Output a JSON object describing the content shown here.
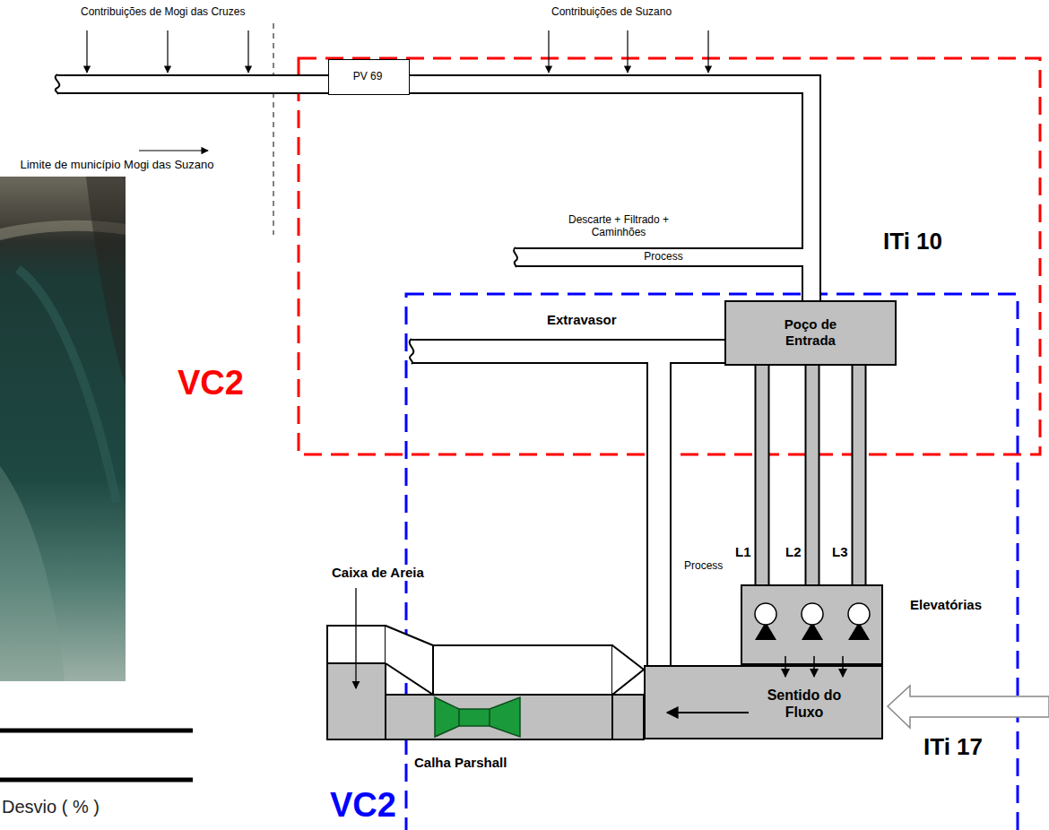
{
  "diagram": {
    "nodes": [
      {
        "text": [
          "PV 69"
        ]
      },
      {
        "text": [
          "Descarte + Filtrado + Caminhões",
          "Process"
        ]
      },
      {
        "text": [
          "Poço de Entrada"
        ]
      },
      {
        "text": [
          "Elevatórias"
        ]
      },
      {
        "text": [
          "Sentido do Fluxo"
        ]
      }
    ],
    "edges": [
      {
        "from": 0,
        "to": 2,
        "arrow": "none"
      },
      {
        "from": 1,
        "to": 2,
        "arrow": "none"
      },
      {
        "from": 2,
        "to": 3,
        "label": "L1",
        "arrow": "none"
      },
      {
        "from": 2,
        "to": 3,
        "label": "L2",
        "arrow": "none"
      },
      {
        "from": 2,
        "to": 3,
        "label": "L3",
        "arrow": "none"
      },
      {
        "from": 2,
        "to": 4,
        "arrow": "none"
      }
    ],
    "labels": [
      "Contribuições de Mogi das Cruzes",
      "Contribuições de Suzano",
      "Limite de município Mogi das Suzano",
      "ITi 10",
      "VC2",
      "Extravasor",
      "Process",
      "Caixa de Areia",
      "ITi 17",
      "Calha Parshall",
      "VC2",
      "Desvio ( % )"
    ]
  }
}
